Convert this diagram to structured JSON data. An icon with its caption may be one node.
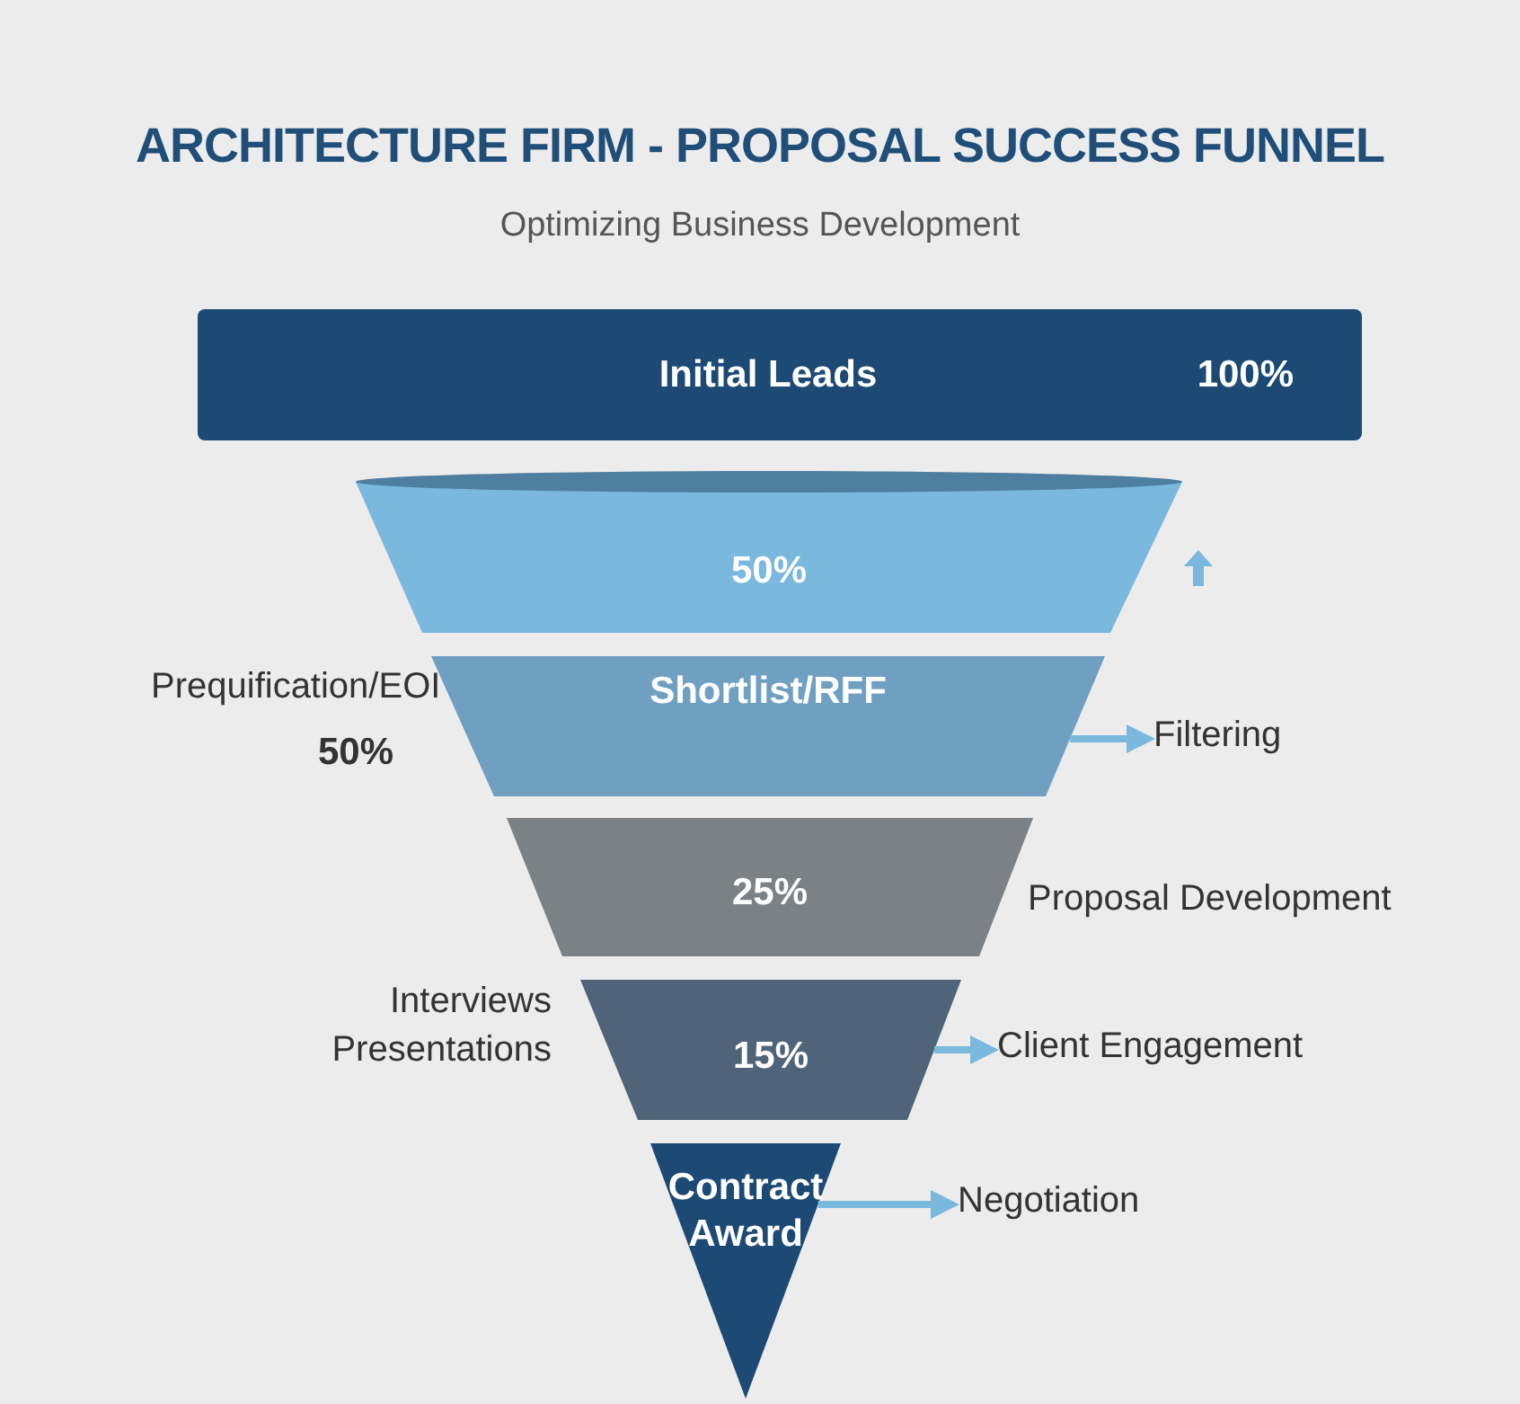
{
  "diagram": {
    "title": "ARCHITECTURE FIRM - PROPOSAL SUCCESS FUNNEL",
    "caption": "Optimizing Business Development",
    "nodes": [
      {
        "text": [
          "Initial Leads",
          "100%"
        ]
      },
      {
        "text": [
          "50%"
        ]
      },
      {
        "text": [
          "Shortlist/RFF"
        ],
        "beside": [
          "Prequification/EOI",
          "50%"
        ]
      },
      {
        "text": [
          "Filtering"
        ]
      },
      {
        "text": [
          "25%"
        ],
        "beside": [
          "Proposal Development"
        ]
      },
      {
        "text": [
          "15%"
        ],
        "beside": [
          "Interviews Presentations"
        ]
      },
      {
        "text": [
          "Client Engagement"
        ]
      },
      {
        "text": [
          "Contract Award"
        ]
      },
      {
        "text": [
          "Negotiation"
        ]
      }
    ],
    "edges": [
      {
        "from": 2,
        "to": 3,
        "arrow": "to"
      },
      {
        "from": 5,
        "to": 6,
        "arrow": "to"
      },
      {
        "from": 7,
        "to": 8,
        "arrow": "to"
      }
    ]
  }
}
